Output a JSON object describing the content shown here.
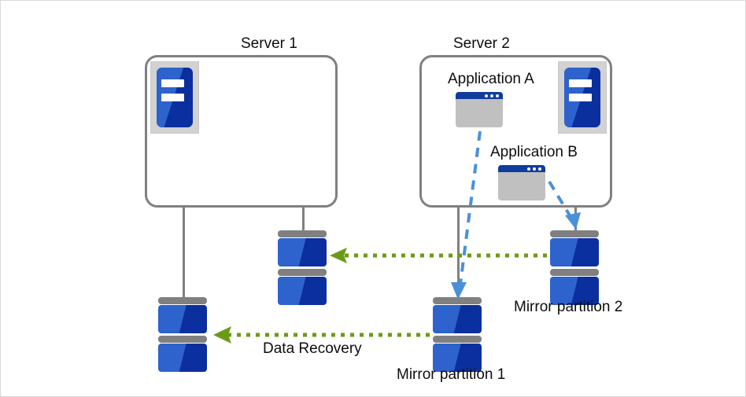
{
  "diagram": {
    "title_server1": "Server 1",
    "title_server2": "Server 2",
    "label_app_a": "Application A",
    "label_app_b": "Application B",
    "label_mirror1": "Mirror partition 1",
    "label_mirror2": "Mirror partition 2",
    "label_data_recovery": "Data Recovery",
    "colors": {
      "frame_border": "#d9d9d9",
      "server_border": "#808080",
      "tower_case": "#d2d2d2",
      "blue_dark": "#0b2f9e",
      "blue_light": "#2e62cd",
      "app_window_body": "#c0c0c0",
      "app_window_titlebar": "#103c9e",
      "disk_cap_gray": "#808080",
      "recovery_arrow_green": "#6b9b16",
      "write_arrow_blue": "#4a90d9",
      "text": "#0d0d0d"
    },
    "icons": {
      "server_tower": "server-tower-icon",
      "app_window": "application-window-icon",
      "disk_stack": "disk-stack-icon",
      "recovery_arrow": "dotted-left-arrow-icon",
      "mirror_write_arrow": "dashed-down-arrow-icon"
    }
  }
}
